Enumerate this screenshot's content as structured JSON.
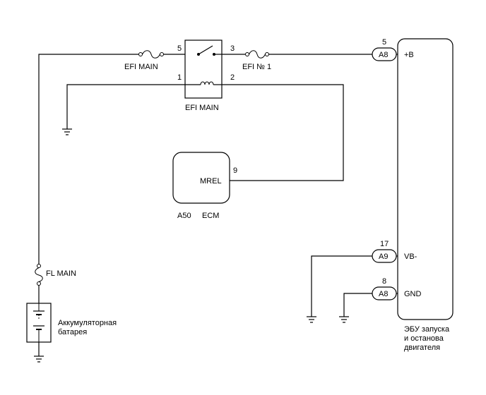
{
  "fuses": {
    "efi_main": "EFI MAIN",
    "efi_no1": "EFI № 1",
    "fl_main": "FL MAIN"
  },
  "relay": {
    "label": "EFI MAIN",
    "pin1": "1",
    "pin2": "2",
    "pin3": "3",
    "pin5": "5"
  },
  "ecm": {
    "terminal": "MREL",
    "pin": "9",
    "connector": "A50",
    "name": "ECM"
  },
  "battery": {
    "line1": "Аккумуляторная",
    "line2": "батарея"
  },
  "ebu": {
    "line1": "ЭБУ запуска",
    "line2": "и останова",
    "line3": "двигателя",
    "terminals": [
      {
        "connector": "A8",
        "pin": "5",
        "name": "+B"
      },
      {
        "connector": "A9",
        "pin": "17",
        "name": "VB-"
      },
      {
        "connector": "A8",
        "pin": "8",
        "name": "GND"
      }
    ]
  }
}
